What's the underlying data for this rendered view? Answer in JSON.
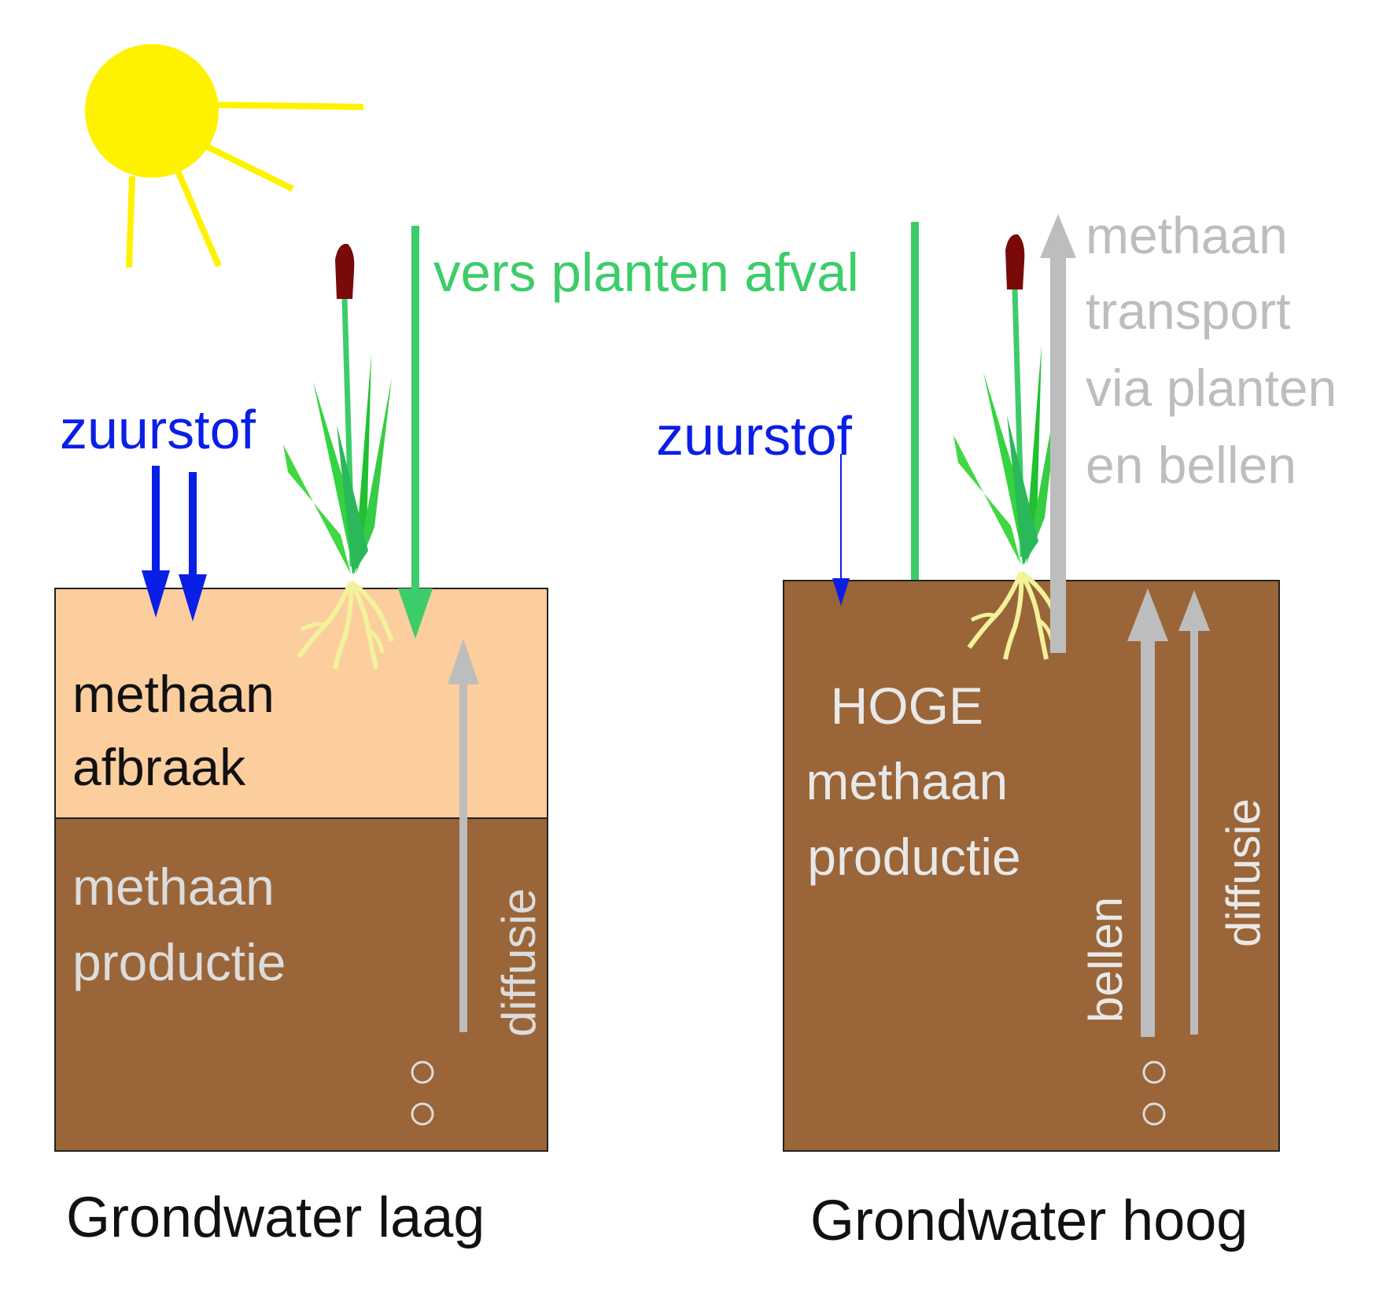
{
  "colors": {
    "soil_brown": "#9A6538",
    "soil_light": "#FCCE9E",
    "oxygen_blue": "#0A1FE6",
    "litter_green": "#3DCC6A",
    "methane_gray": "#BDBDBD",
    "sun_yellow": "#FFF200",
    "text_dark": "#111111",
    "text_light": "#E8E8E8",
    "cattail_head": "#7A0A0A",
    "root_yellow": "#F2F29A"
  },
  "labels": {
    "litter": "vers planten afval",
    "transport": [
      "methaan",
      "transport",
      "via planten",
      "en bellen"
    ]
  },
  "left": {
    "oxygen": "zuurstof",
    "oxidation": [
      "methaan",
      "afbraak"
    ],
    "production": [
      "methaan",
      "productie"
    ],
    "diffusion": "diffusie",
    "caption": "Grondwater laag"
  },
  "right": {
    "oxygen": "zuurstof",
    "production": [
      "HOGE",
      "methaan",
      "productie"
    ],
    "bubbles": "bellen",
    "diffusion": "diffusie",
    "caption": "Grondwater hoog"
  }
}
